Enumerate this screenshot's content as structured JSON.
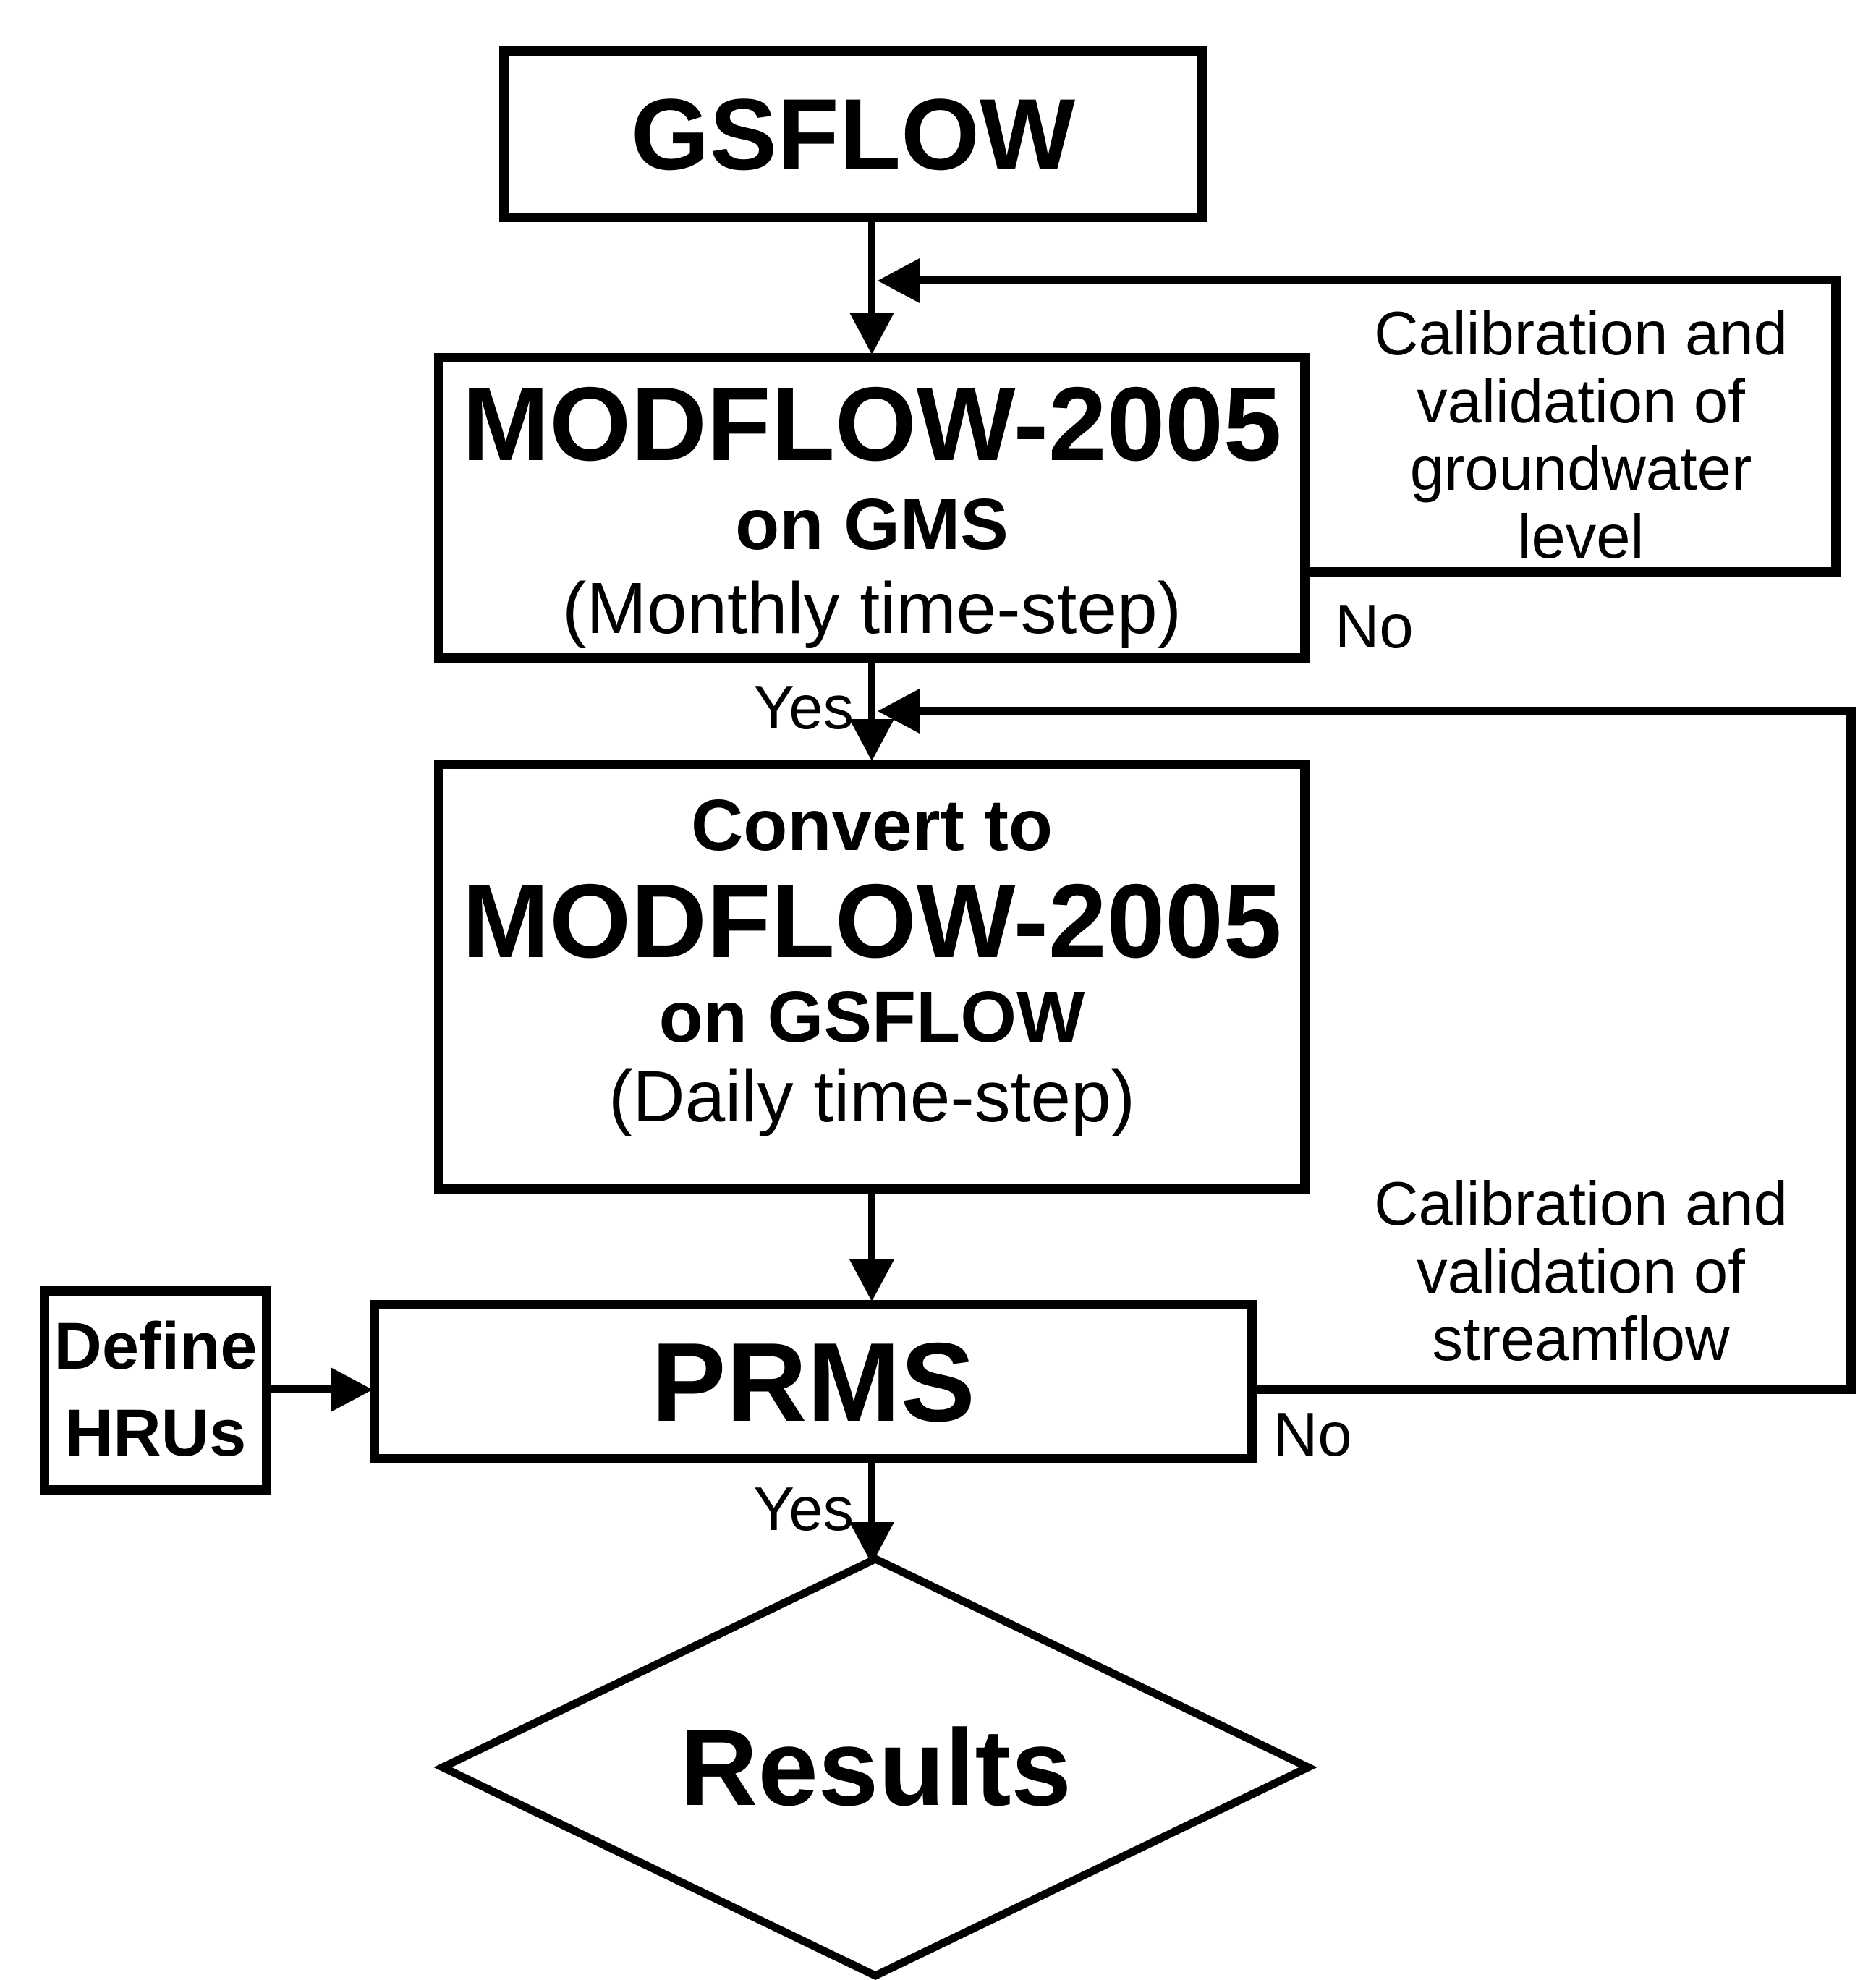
{
  "diagram": {
    "gsflow_box": {
      "label": "GSFLOW"
    },
    "modflow_gms_box": {
      "title": "MODFLOW-2005",
      "subtitle": "on GMS",
      "timestep": "(Monthly time-step)"
    },
    "convert_box": {
      "intro": "Convert to",
      "title": "MODFLOW-2005",
      "subtitle": "on GSFLOW",
      "timestep": "(Daily time-step)"
    },
    "prms_box": {
      "label": "PRMS"
    },
    "define_hrus_box": {
      "line1": "Define",
      "line2": "HRUs"
    },
    "results_diamond": {
      "label": "Results"
    },
    "groundwater_loop": {
      "annotation": [
        "Calibration and",
        "validation of",
        "groundwater",
        "level"
      ],
      "no_label": "No",
      "yes_label": "Yes"
    },
    "streamflow_loop": {
      "annotation": [
        "Calibration and",
        "validation of",
        "streamflow"
      ],
      "no_label": "No",
      "yes_label": "Yes"
    },
    "colors": {
      "ink": "#000000",
      "background": "#ffffff"
    }
  }
}
